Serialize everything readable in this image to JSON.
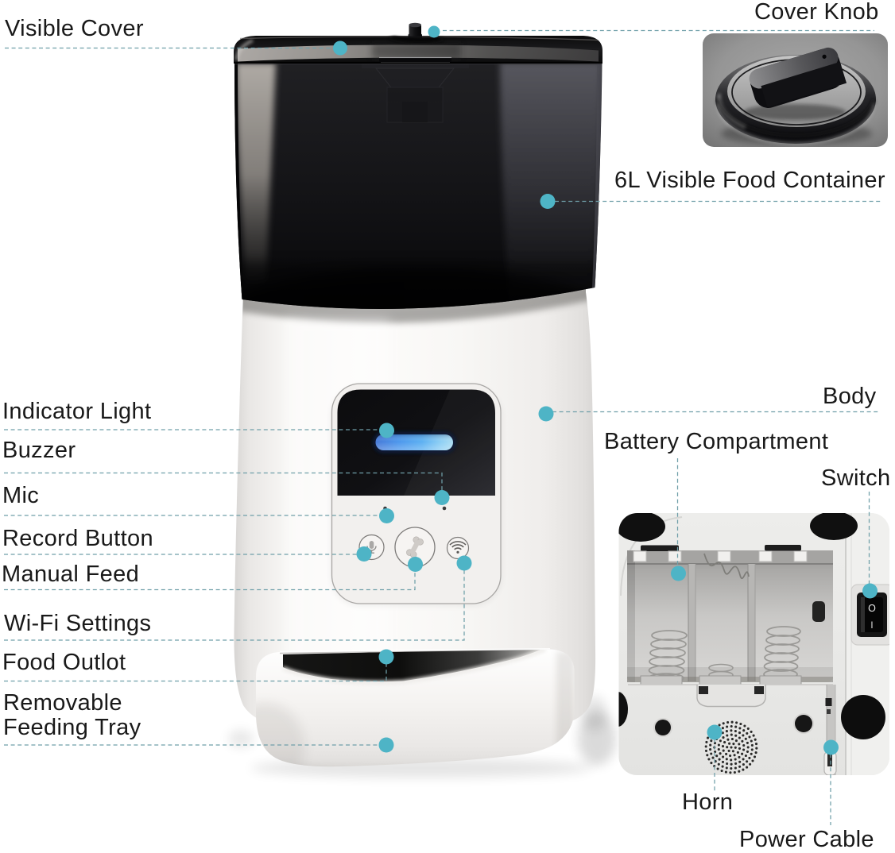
{
  "page": {
    "background": "#ffffff",
    "accent_dot_color": "#4eb4c6",
    "leader_line_color": "#6f9fa9",
    "label_text_color": "#191919"
  },
  "labels": {
    "visible_cover": "Visible Cover",
    "cover_knob": "Cover Knob",
    "food_container": "6L Visible Food Container",
    "body": "Body",
    "indicator_light": "Indicator Light",
    "buzzer": "Buzzer",
    "mic": "Mic",
    "record_button": "Record Button",
    "manual_feed": "Manual Feed",
    "wifi_settings": "Wi-Fi Settings",
    "food_outlot": "Food Outlot",
    "removable_feeding_tray": "Removable Feeding Tray",
    "battery_compartment": "Battery Compartment",
    "switch": "Switch",
    "horn": "Horn",
    "power_cable": "Power Cable"
  },
  "bottom_photo": {
    "switch_off_mark": "O",
    "switch_on_mark": "I"
  }
}
